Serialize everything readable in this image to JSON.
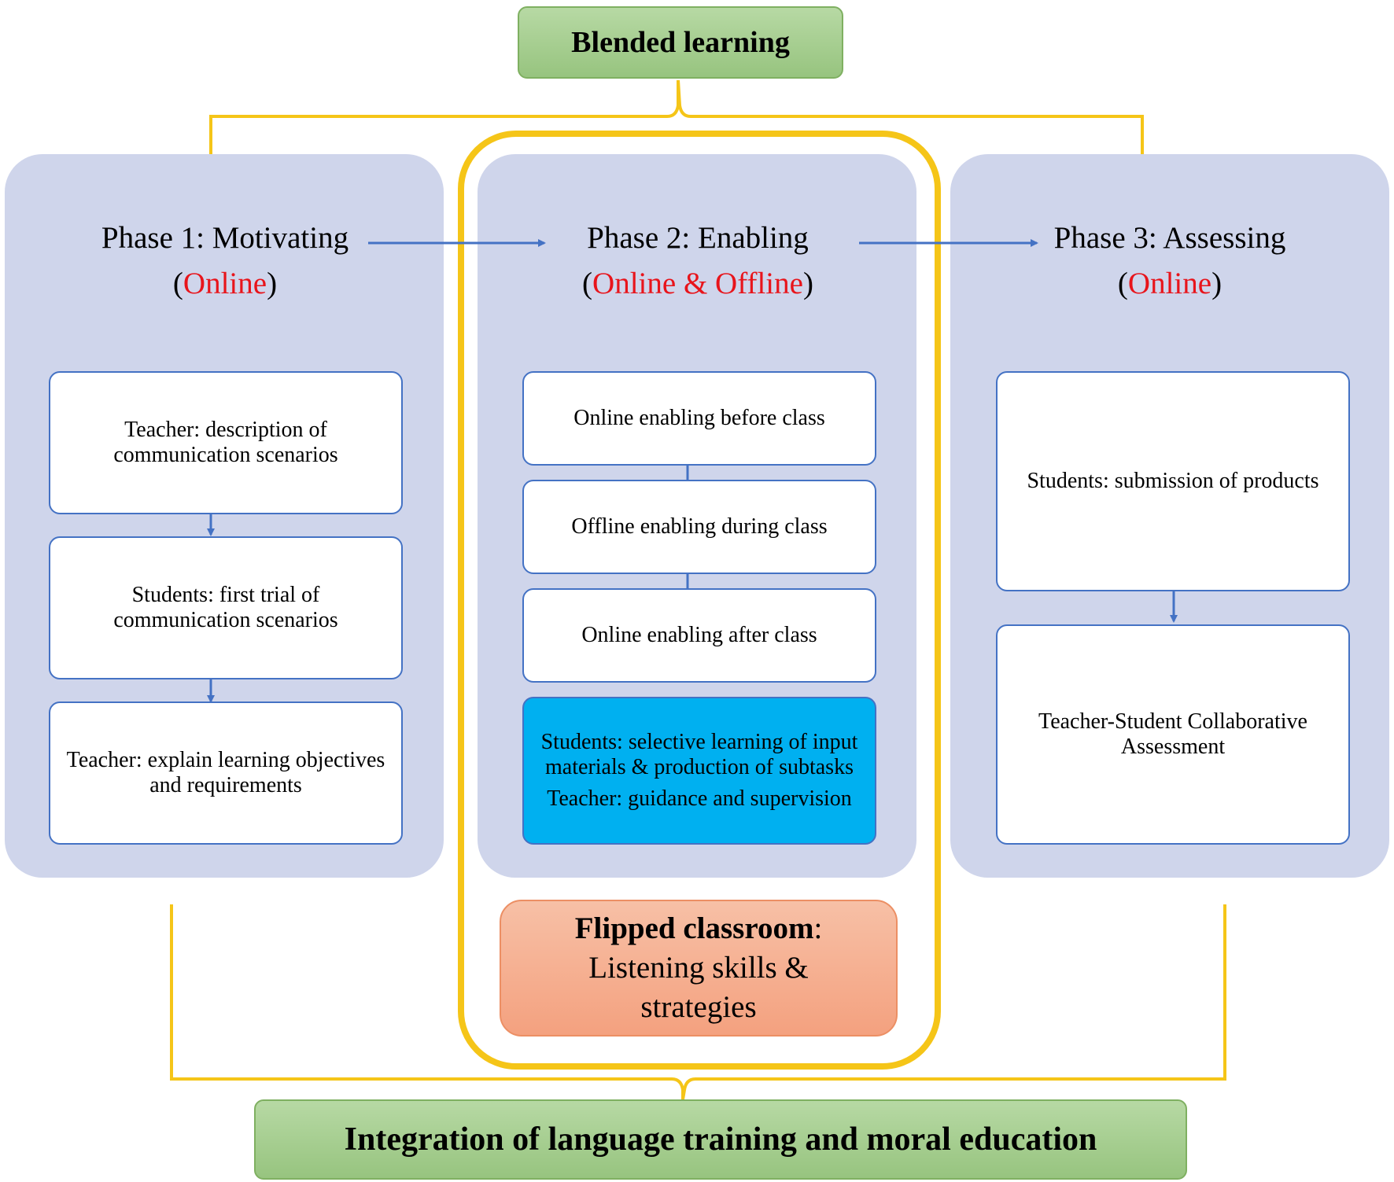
{
  "colors": {
    "bracket": "#f5c518",
    "arrow": "#4472c4",
    "panel": "#cfd5eb",
    "online_text": "#e8141b",
    "highlight_box": "#00b0f0"
  },
  "top": {
    "title": "Blended learning"
  },
  "bottom": {
    "title": "Integration of language training and moral education"
  },
  "phases": [
    {
      "title": "Phase 1: Motivating",
      "mode_open": "(",
      "mode": "Online",
      "mode_close": ")",
      "steps": [
        {
          "text": "Teacher: description of communication scenarios"
        },
        {
          "text": "Students: first trial of communication scenarios"
        },
        {
          "text": "Teacher: explain learning objectives and requirements"
        }
      ]
    },
    {
      "title": "Phase 2: Enabling",
      "mode_open": "(",
      "mode": "Online & Offline",
      "mode_close": ")",
      "steps": [
        {
          "text": "Online enabling before class"
        },
        {
          "text": "Offline enabling during class"
        },
        {
          "text": "Online enabling after class"
        }
      ],
      "activity": {
        "students": "Students: selective learning of input materials & production of subtasks",
        "teacher": "Teacher: guidance and supervision"
      }
    },
    {
      "title": "Phase 3: Assessing",
      "mode_open": "(",
      "mode": "Online",
      "mode_close": ")",
      "steps": [
        {
          "text": "Students: submission of products"
        },
        {
          "text": "Teacher-Student Collaborative Assessment"
        }
      ]
    }
  ],
  "flipped": {
    "title": "Flipped classroom",
    "colon": ":",
    "line1": "Listening skills &",
    "line2": "strategies"
  }
}
